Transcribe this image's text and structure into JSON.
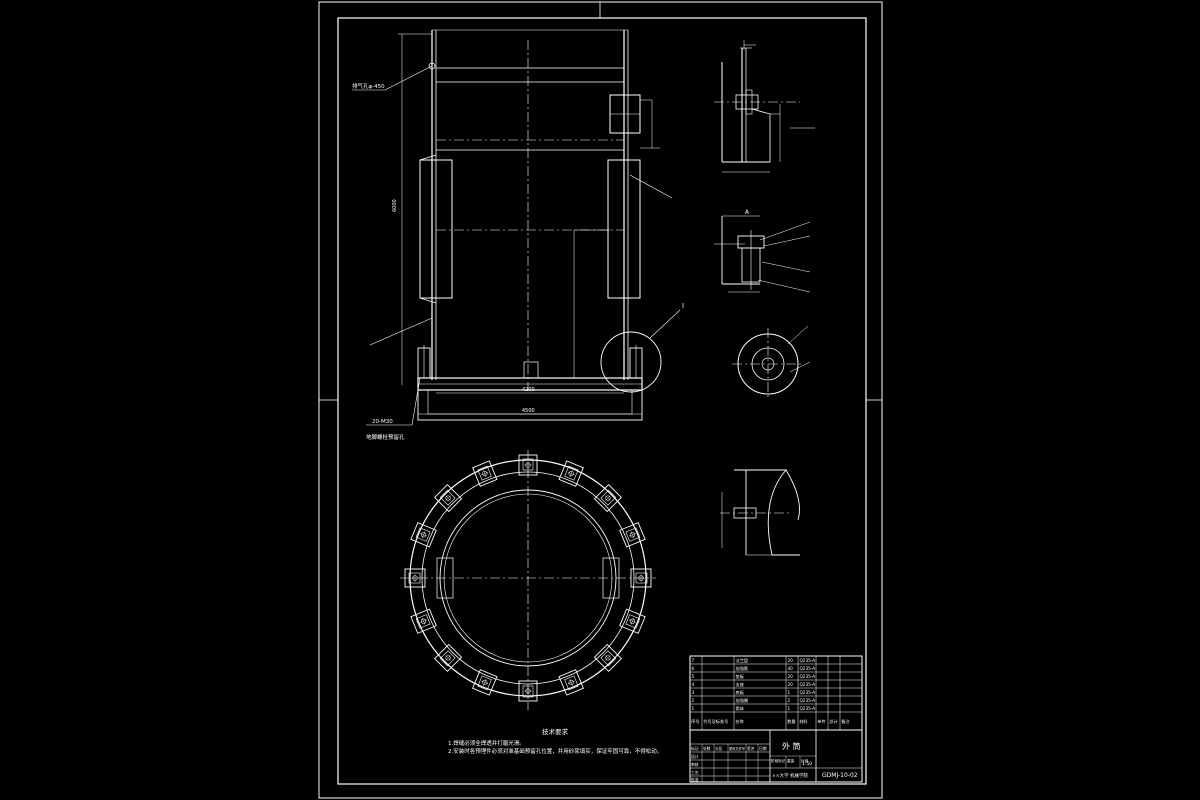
{
  "drawing": {
    "labels": {
      "vent_pipe": "排气孔φ-450",
      "anchor_bolt": "地脚螺栓预留孔",
      "anchor_bolt_qty": "20-M30",
      "detail_ref": "I",
      "detail_title": "I放大",
      "section_ref": "A",
      "dim_total_width": "4500",
      "dim_inner_width": "4200",
      "dim_height": "6000"
    },
    "notes": {
      "heading": "技术要求",
      "items": [
        "1.焊缝必须全焊透并打磨光滑。",
        "2.安装时各预埋件必须对准基础预留孔位置，并用砂浆填实，保证牢固可靠，不得松动。"
      ]
    },
    "title_block": {
      "drawing_title": "外 筒",
      "drawing_number": "GDMJ-10-02",
      "scale": "1:50",
      "company": "××大学 机械学院",
      "headers": [
        "序号",
        "代号及标准号",
        "名称",
        "数量",
        "材料",
        "单件",
        "总计",
        "备注"
      ],
      "rows": [
        [
          "7",
          "",
          "法兰盘",
          "20",
          "Q235-A",
          "",
          "",
          ""
        ],
        [
          "6",
          "",
          "加强筋",
          "40",
          "Q235-A",
          "",
          "",
          ""
        ],
        [
          "5",
          "",
          "垫板",
          "20",
          "Q235-A",
          "",
          "",
          ""
        ],
        [
          "4",
          "",
          "支座",
          "20",
          "Q235-A",
          "",
          "",
          ""
        ],
        [
          "3",
          "",
          "底板",
          "1",
          "Q235-A",
          "",
          "",
          ""
        ],
        [
          "2",
          "",
          "加强圈",
          "2",
          "Q235-A",
          "",
          "",
          ""
        ],
        [
          "1",
          "",
          "筒体",
          "1",
          "Q235-A",
          "",
          "",
          ""
        ]
      ],
      "sign_labels": [
        "标记",
        "处数",
        "分区",
        "更改文件号",
        "签名",
        "日期"
      ],
      "role_labels": [
        "设计",
        "审核",
        "工艺",
        "批准"
      ],
      "stage_labels": [
        "阶段标记",
        "重量",
        "比例"
      ]
    }
  }
}
